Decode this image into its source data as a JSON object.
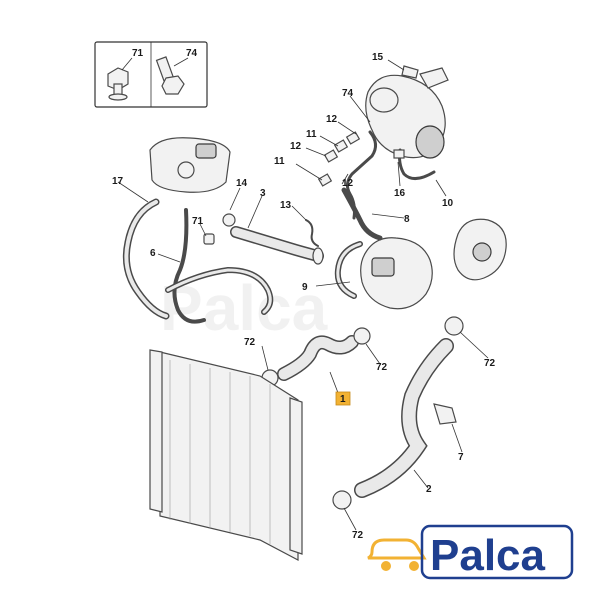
{
  "callouts": {
    "c71_box": "71",
    "c74_box": "74",
    "c15": "15",
    "c74": "74",
    "c11a": "11",
    "c11b": "11",
    "c12a": "12",
    "c12b": "12",
    "c12c": "12",
    "c16": "16",
    "c10": "10",
    "c8": "8",
    "c17": "17",
    "c14": "14",
    "c3": "3",
    "c13": "13",
    "c71": "71",
    "c6": "6",
    "c9": "9",
    "c72a": "72",
    "c72b": "72",
    "c72c": "72",
    "c72d": "72",
    "c1": "1",
    "c7": "7",
    "c2": "2"
  },
  "logo": {
    "text": "Palca",
    "color": "#1f3f8f",
    "accent": "#f2b233"
  },
  "colors": {
    "highlight": "#f2b233",
    "line": "#4a4a4a"
  }
}
